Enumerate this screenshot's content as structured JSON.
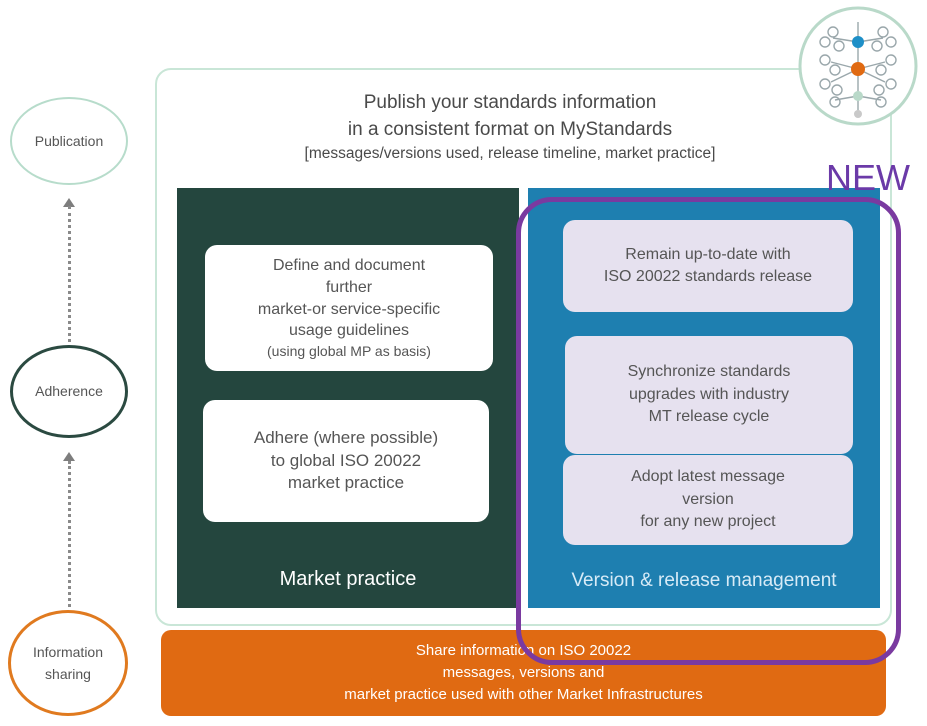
{
  "stages": {
    "publication": "Publication",
    "adherence": "Adherence",
    "information_sharing_line1": "Information",
    "information_sharing_line2": "sharing"
  },
  "publish": {
    "line1": "Publish your standards information",
    "line2": "in a consistent format on MyStandards",
    "line3": "[messages/versions used, release timeline, market practice]"
  },
  "market_practice": {
    "card1": {
      "line1": "Define and document",
      "line2": "further",
      "line3": "market-or service-specific",
      "line4": "usage guidelines",
      "line5": "(using global MP as basis)"
    },
    "card2": {
      "line1": "Adhere (where possible)",
      "line2": "to global ISO 20022",
      "line3": "market practice"
    },
    "label": "Market practice"
  },
  "version_release": {
    "card1": {
      "line1": "Remain up-to-date with",
      "line2": "ISO 20022 standards release"
    },
    "card2": {
      "line1": "Synchronize standards",
      "line2": "upgrades with industry",
      "line3": "MT release cycle"
    },
    "card3": {
      "line1": "Adopt latest message",
      "line2": "version",
      "line3": "for any new project"
    },
    "label": "Version & release management"
  },
  "info_bar": {
    "line1": "Share information on ISO 20022",
    "line2": "messages, versions and",
    "line3": "market practice used with other Market Infrastructures"
  },
  "new_label": "NEW",
  "colors": {
    "market_practice_bg": "#24463e",
    "version_release_bg": "#1e7fb0",
    "info_bar_bg": "#e06a12",
    "highlight": "#7a3aa0",
    "publication_ring": "#b7dccb",
    "adherence_ring": "#2b4a41",
    "info_ring": "#e07a1f"
  }
}
